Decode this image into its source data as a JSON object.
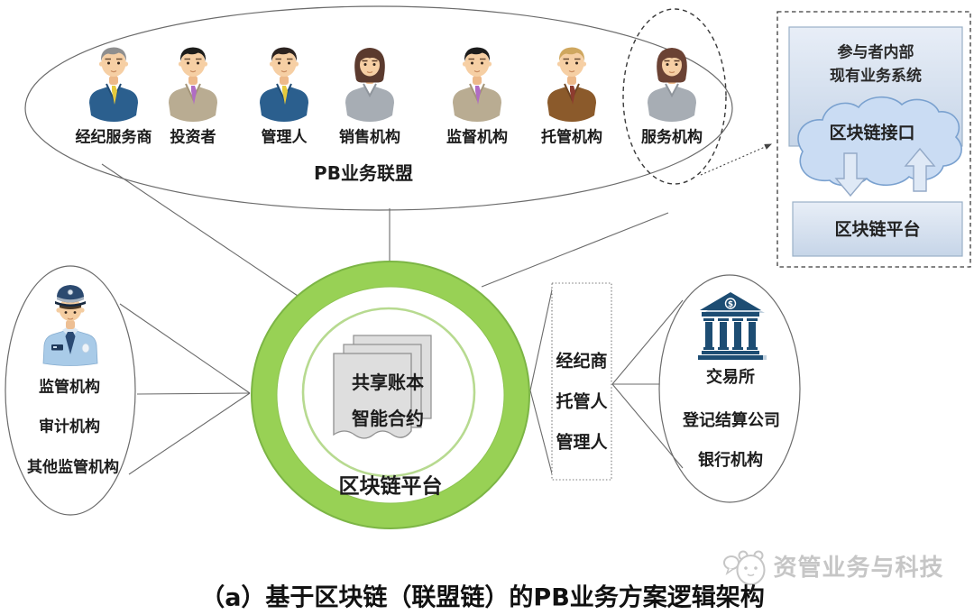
{
  "colors": {
    "ring_green": "#98d155",
    "ring_green_dark": "#7cb545",
    "inner_ring_green": "#b7da90",
    "box_blue": "#dce6f2",
    "cloud_blue": "#cadcf3",
    "bank_navy": "#1d4d73",
    "page_gray": "#dedede"
  },
  "alliance": {
    "label": "PB业务联盟",
    "members": [
      {
        "label": "经纪服务商"
      },
      {
        "label": "投资者"
      },
      {
        "label": "管理人"
      },
      {
        "label": "销售机构"
      },
      {
        "label": "监督机构"
      },
      {
        "label": "托管机构"
      },
      {
        "label": "服务机构"
      }
    ]
  },
  "participant_system": {
    "title_line1": "参与者内部",
    "title_line2": "现有业务系统",
    "interface_label": "区块链接口",
    "platform_label": "区块链平台"
  },
  "regulators": {
    "items": [
      "监管机构",
      "审计机构",
      "其他监管机构"
    ]
  },
  "platform": {
    "ledger_line1": "共享账本",
    "ledger_line2": "智能合约",
    "label": "区块链平台"
  },
  "intermediaries": {
    "items": [
      "经纪商",
      "托管人",
      "管理人"
    ]
  },
  "institutions": {
    "items": [
      "交易所",
      "登记结算公司",
      "银行机构"
    ]
  },
  "caption": "（a）基于区块链（联盟链）的PB业务方案逻辑架构",
  "watermark": "资管业务与科技"
}
